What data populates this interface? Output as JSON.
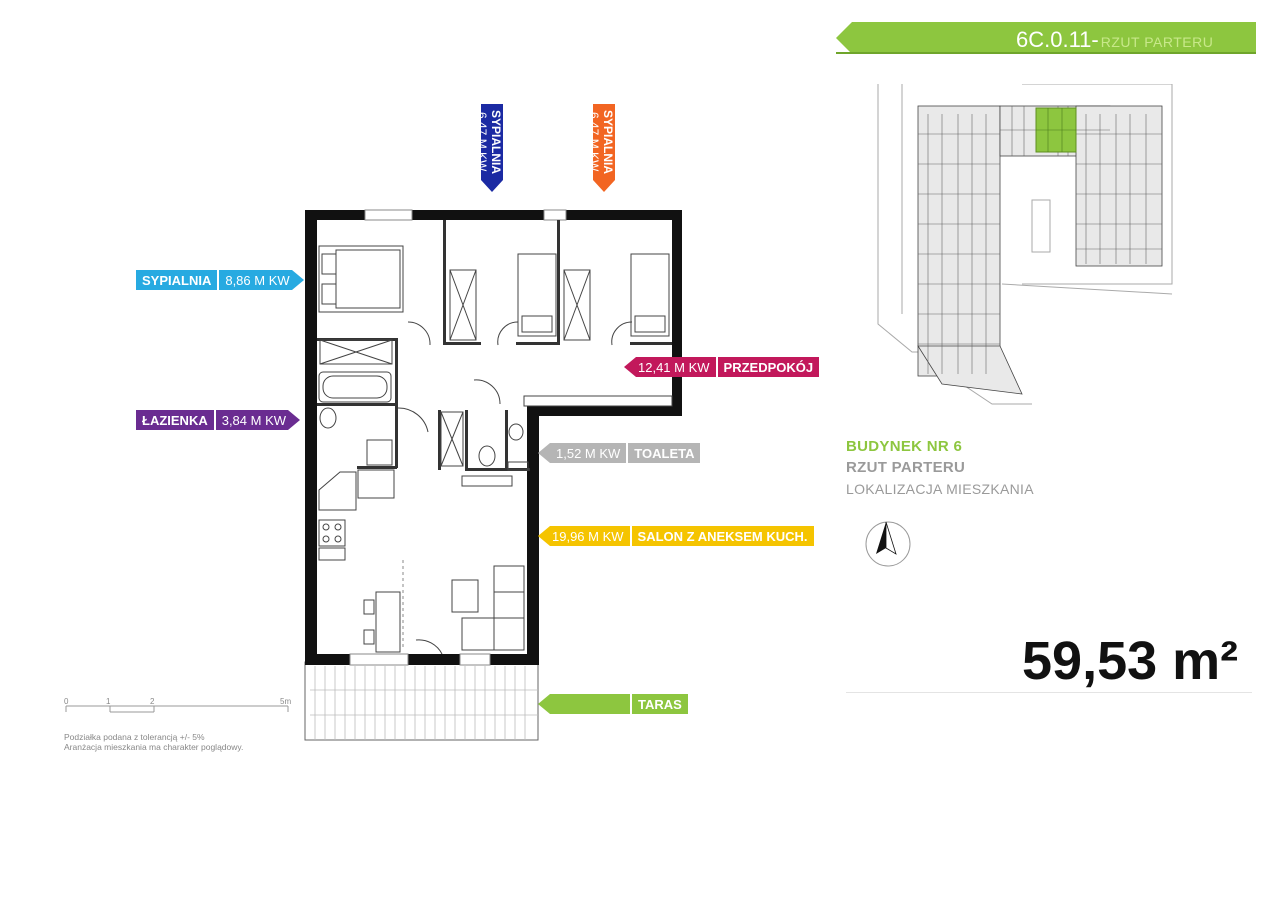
{
  "header": {
    "code": "6C.0.11-",
    "code_sub": "RZUT PARTERU",
    "color": "#8dc63f"
  },
  "rooms": {
    "sypialnia_left": {
      "name": "SYPIALNIA",
      "area": "8,86 M KW",
      "color": "#27aae1"
    },
    "sypialnia_blue": {
      "name": "SYPIALNIA",
      "area": "6,47 M KW",
      "color": "#1b2aa3"
    },
    "sypialnia_orange": {
      "name": "SYPIALNIA",
      "area": "6,47 M KW",
      "color": "#f26522"
    },
    "przedpokoj": {
      "name": "PRZEDPOKÓJ",
      "area": "12,41 M KW",
      "color": "#c2185b"
    },
    "lazienka": {
      "name": "ŁAZIENKA",
      "area": "3,84 M KW",
      "color": "#6a2c91"
    },
    "toaleta": {
      "name": "TOALETA",
      "area": "1,52 M KW",
      "color": "#b5b5b5"
    },
    "salon": {
      "name": "SALON Z ANEKSEM KUCH.",
      "area": "19,96 M KW",
      "color": "#f5c400"
    },
    "taras": {
      "name": "TARAS",
      "color": "#8dc63f"
    }
  },
  "building": {
    "title": "BUDYNEK NR 6",
    "subtitle": "RZUT PARTERU",
    "caption": "LOKALIZACJA MIESZKANIA"
  },
  "total_area": "59,53 m²",
  "scale": {
    "t0": "0",
    "t1": "1",
    "t2": "2",
    "t5": "5m"
  },
  "notes": {
    "line1": "Podziałka podana z tolerancją +/- 5%",
    "line2": "Aranżacja mieszkania ma charakter poglądowy."
  },
  "icons": {
    "compass": "north-arrow-icon"
  }
}
